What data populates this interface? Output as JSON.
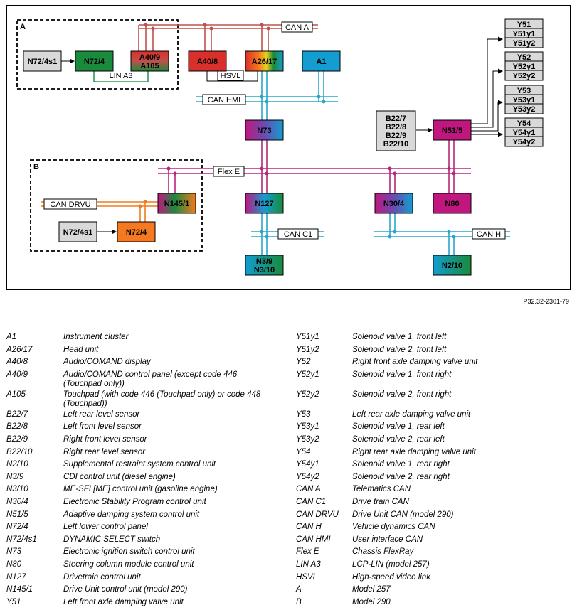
{
  "diagram": {
    "nodes": {
      "n72_4s1_a": "N72/4s1",
      "n72_4_a": "N72/4",
      "a40_9": [
        "A40/9",
        "A105"
      ],
      "a40_8": "A40/8",
      "a26_17": "A26/17",
      "a1": "A1",
      "n73": "N73",
      "b22_group": [
        "B22/7",
        "B22/8",
        "B22/9",
        "B22/10"
      ],
      "n51_5": "N51/5",
      "y51": [
        "Y51",
        "Y51y1",
        "Y51y2"
      ],
      "y52": [
        "Y52",
        "Y52y1",
        "Y52y2"
      ],
      "y53": [
        "Y53",
        "Y53y1",
        "Y53y2"
      ],
      "y54": [
        "Y54",
        "Y54y1",
        "Y54y2"
      ],
      "n145_1": "N145/1",
      "n72_4s1_b": "N72/4s1",
      "n72_4_b": "N72/4",
      "n127": "N127",
      "n30_4": "N30/4",
      "n80": "N80",
      "n3": [
        "N3/9",
        "N3/10"
      ],
      "n2_10": "N2/10"
    },
    "buses": {
      "can_a": "CAN A",
      "can_hmi": "CAN HMI",
      "hsvl": "HSVL",
      "lin_a3": "LIN A3",
      "flex_e": "Flex E",
      "can_drvu": "CAN DRVU",
      "can_c1": "CAN C1",
      "can_h": "CAN H"
    },
    "groups": {
      "a": "A",
      "b": "B"
    },
    "colors": {
      "can_a": "#c0504d",
      "can_hmi": "#29a6c9",
      "flex_e": "#b5267d",
      "can_drvu": "#f07c1e",
      "lin_a3": "#2e9b57",
      "green": "#1a8a3c",
      "red": "#d9302b",
      "cyan": "#139dd0",
      "magenta": "#c0177f",
      "orange": "#f47920",
      "grey": "#d9d9d9"
    }
  },
  "reference_code": "P32.32-2301-79",
  "legend_left": [
    {
      "code": "A1",
      "desc": "Instrument cluster"
    },
    {
      "code": "A26/17",
      "desc": "Head unit"
    },
    {
      "code": "A40/8",
      "desc": "Audio/COMAND display"
    },
    {
      "code": "A40/9",
      "desc": "Audio/COMAND control panel (except code 446 (Touchpad only))"
    },
    {
      "code": "A105",
      "desc": "Touchpad (with code 446 (Touchpad only) or code 448 (Touchpad))"
    },
    {
      "code": "B22/7",
      "desc": "Left rear level sensor"
    },
    {
      "code": "B22/8",
      "desc": "Left front level sensor"
    },
    {
      "code": "B22/9",
      "desc": "Right front level sensor"
    },
    {
      "code": "B22/10",
      "desc": "Right rear level sensor"
    },
    {
      "code": "N2/10",
      "desc": "Supplemental restraint system control unit"
    },
    {
      "code": "N3/9",
      "desc": "CDI control unit (diesel engine)"
    },
    {
      "code": "N3/10",
      "desc": "ME-SFI [ME] control unit (gasoline engine)"
    },
    {
      "code": "N30/4",
      "desc": "Electronic Stability Program control unit"
    },
    {
      "code": "N51/5",
      "desc": "Adaptive damping system control unit"
    },
    {
      "code": "N72/4",
      "desc": "Left lower control panel"
    },
    {
      "code": "N72/4s1",
      "desc": "DYNAMIC SELECT switch"
    },
    {
      "code": "N73",
      "desc": "Electronic ignition switch control unit"
    },
    {
      "code": "N80",
      "desc": "Steering column module control unit"
    },
    {
      "code": "N127",
      "desc": "Drivetrain control unit"
    },
    {
      "code": "N145/1",
      "desc": "Drive Unit control unit (model 290)"
    },
    {
      "code": "Y51",
      "desc": "Left front axle damping valve unit"
    }
  ],
  "legend_right": [
    {
      "code": "Y51y1",
      "desc": "Solenoid valve 1, front left"
    },
    {
      "code": "Y51y2",
      "desc": "Solenoid valve 2, front left"
    },
    {
      "code": "Y52",
      "desc": "Right front axle damping valve unit"
    },
    {
      "code": "Y52y1",
      "desc": "Solenoid valve 1, front right"
    },
    {
      "code": "Y52y2",
      "desc": "Solenoid valve 2, front right"
    },
    {
      "code": "Y53",
      "desc": "Left rear axle damping valve unit"
    },
    {
      "code": "Y53y1",
      "desc": "Solenoid valve 1, rear left"
    },
    {
      "code": "Y53y2",
      "desc": "Solenoid valve 2, rear left"
    },
    {
      "code": "Y54",
      "desc": "Right rear axle damping valve unit"
    },
    {
      "code": "Y54y1",
      "desc": "Solenoid valve 1, rear right"
    },
    {
      "code": "Y54y2",
      "desc": "Solenoid valve 2, rear right"
    },
    {
      "code": "CAN A",
      "desc": "Telematics CAN"
    },
    {
      "code": "CAN C1",
      "desc": "Drive train CAN"
    },
    {
      "code": "CAN DRVU",
      "desc": "Drive Unit CAN (model 290)"
    },
    {
      "code": "CAN H",
      "desc": "Vehicle dynamics CAN"
    },
    {
      "code": "CAN HMI",
      "desc": "User interface CAN"
    },
    {
      "code": "Flex E",
      "desc": "Chassis FlexRay"
    },
    {
      "code": "LIN A3",
      "desc": "LCP-LIN (model 257)"
    },
    {
      "code": "HSVL",
      "desc": "High-speed video link"
    },
    {
      "code": "A",
      "desc": "Model 257"
    },
    {
      "code": "B",
      "desc": "Model 290"
    }
  ]
}
